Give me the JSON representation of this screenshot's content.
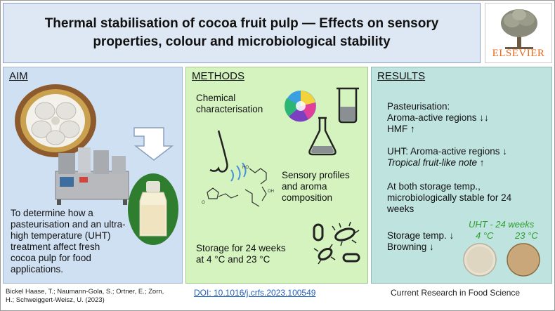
{
  "header": {
    "title_line1": "Thermal stabilisation of cocoa fruit pulp — Effects on sensory",
    "title_line2": "properties, colour and microbiological stability",
    "publisher_logo_text": "ELSEVIER"
  },
  "aim": {
    "heading": "AIM",
    "text_lines": [
      "To determine how a",
      "pasteurisation and an ultra-",
      "high temperature (UHT)",
      "treatment affect fresh",
      "cocoa pulp for food",
      "applications."
    ]
  },
  "methods": {
    "heading": "METHODS",
    "chem_lines": [
      "Chemical",
      "characterisation"
    ],
    "sensory_lines": [
      "Sensory profiles",
      "and aroma",
      "composition"
    ],
    "storage_lines": [
      "Storage for 24 weeks",
      "at 4 °C and 23 °C"
    ]
  },
  "results": {
    "heading": "RESULTS",
    "past_lines": [
      "Pasteurisation:",
      "Aroma-active regions ↓↓",
      "HMF ↑"
    ],
    "uht_line1": "UHT: Aroma-active regions ↓",
    "uht_line2": "Tropical fruit-like note ↑",
    "storage_lines": [
      "At both storage temp.,",
      "microbiologically stable for 24",
      "weeks"
    ],
    "temp_lines": [
      "Storage temp. ↓",
      "Browning ↓"
    ],
    "uht_label": "UHT - 24 weeks",
    "temp_4": "4 °C",
    "temp_23": "23 °C"
  },
  "footer": {
    "authors_lines": [
      "Bickel Haase, T.; Naumann-Gola, S.; Ortner, E.; Zorn,",
      "H.; Schweiggert-Weisz, U. (2023)"
    ],
    "doi": "DOI: 10.1016/j.crfs.2023.100549",
    "journal": "Current Research in Food Science"
  },
  "colors": {
    "header_bg": "#dde8f4",
    "aim_bg": "#cfe0f3",
    "methods_bg": "#d4f3bf",
    "results_bg": "#bfe3df",
    "uht_label_green": "#2e9e2e",
    "doi_blue": "#1f5fbf",
    "elsevier_orange": "#e86a1c"
  },
  "icons": [
    "cocoa-fruit-image",
    "processing-plant-image",
    "pulp-bottle-image",
    "arrow-down-icon",
    "color-wheel-icon",
    "beaker-icon",
    "flask-icon",
    "nose-icon",
    "molecule-icon",
    "microbe-icon",
    "sample-dish-icon"
  ]
}
